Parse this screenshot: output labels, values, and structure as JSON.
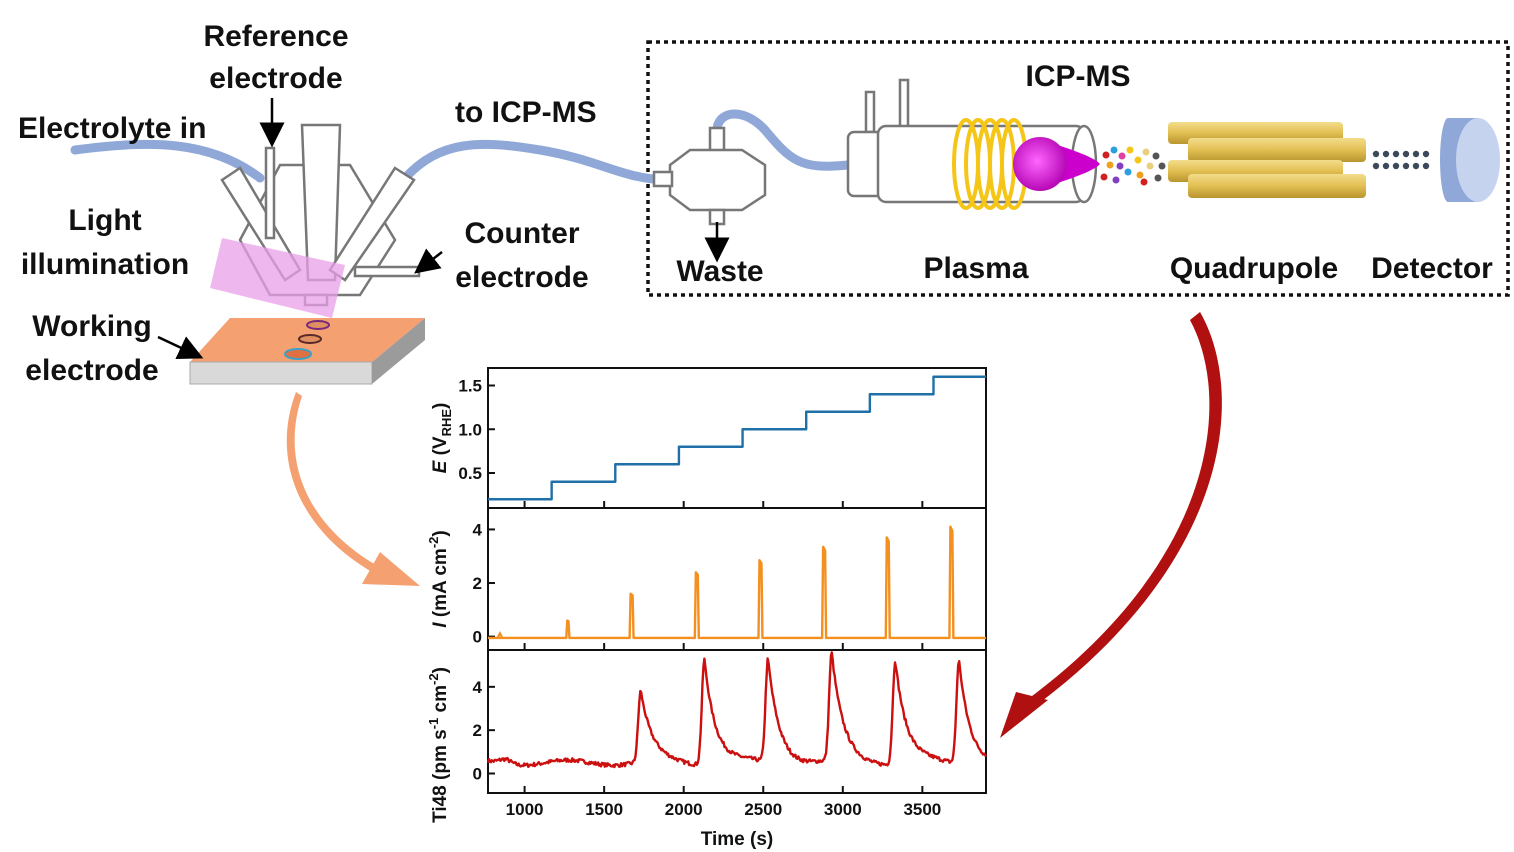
{
  "labels": {
    "reference_electrode": [
      "Reference",
      "electrode"
    ],
    "electrolyte_in": "Electrolyte in",
    "to_icpms": "to ICP-MS",
    "light_illumination": [
      "Light",
      "illumination"
    ],
    "counter_electrode": [
      "Counter",
      "electrode"
    ],
    "working_electrode": [
      "Working",
      "electrode"
    ],
    "icpms": "ICP-MS",
    "waste": "Waste",
    "plasma": "Plasma",
    "quadrupole": "Quadrupole",
    "detector": "Detector"
  },
  "colors": {
    "tube": "#8fa8d8",
    "light": "#e8a0e8",
    "working_electrode": "#f4a070",
    "coil": "#f5c518",
    "plasma": "#cc00cc",
    "rods": "#e8c860",
    "detector": "#8fa8d8",
    "arrow_orange": "#f4a070",
    "arrow_red": "#b01010",
    "potential": "#1f6fa8",
    "current": "#f39020",
    "ti48": "#cc1010"
  },
  "chart_data": {
    "type": "line",
    "xlabel": "Time (s)",
    "xlim": [
      770,
      3900
    ],
    "xticks": [
      1000,
      1500,
      2000,
      2500,
      3000,
      3500
    ],
    "panels": [
      {
        "name": "potential",
        "ylabel_italic": "E",
        "ylabel_rest": " (V",
        "ylabel_sub": "RHE",
        "ylabel_close": ")",
        "ylim": [
          0.1,
          1.7
        ],
        "yticks": [
          "0.5",
          "1.0",
          "1.5"
        ],
        "ytick_values": [
          0.5,
          1.0,
          1.5
        ],
        "steps": [
          {
            "from": 770,
            "to": 1170,
            "value": 0.2
          },
          {
            "from": 1170,
            "to": 1570,
            "value": 0.4
          },
          {
            "from": 1570,
            "to": 1970,
            "value": 0.6
          },
          {
            "from": 1970,
            "to": 2370,
            "value": 0.8
          },
          {
            "from": 2370,
            "to": 2770,
            "value": 1.0
          },
          {
            "from": 2770,
            "to": 3170,
            "value": 1.2
          },
          {
            "from": 3170,
            "to": 3570,
            "value": 1.4
          },
          {
            "from": 3570,
            "to": 3900,
            "value": 1.6
          }
        ]
      },
      {
        "name": "current",
        "ylabel_italic": "I",
        "ylabel_rest": " (mA cm",
        "ylabel_sup": "-2",
        "ylabel_close": ")",
        "ylim": [
          -0.5,
          4.8
        ],
        "yticks": [
          "0",
          "2",
          "4"
        ],
        "ytick_values": [
          0,
          2,
          4
        ],
        "baseline": -0.05,
        "pulses": [
          {
            "start": 1262,
            "end": 1282,
            "peak": 0.6
          },
          {
            "start": 1660,
            "end": 1685,
            "peak": 1.6
          },
          {
            "start": 2070,
            "end": 2095,
            "peak": 2.4
          },
          {
            "start": 2470,
            "end": 2495,
            "peak": 2.85
          },
          {
            "start": 2870,
            "end": 2895,
            "peak": 3.35
          },
          {
            "start": 3270,
            "end": 3295,
            "peak": 3.7
          },
          {
            "start": 3670,
            "end": 3695,
            "peak": 4.1
          }
        ]
      },
      {
        "name": "ti48",
        "ylabel": "Ti48 (pm s",
        "ylabel_sup1": "-1",
        "ylabel_mid": " cm",
        "ylabel_sup2": "-2",
        "ylabel_close": ")",
        "ylim": [
          -0.9,
          5.7
        ],
        "yticks": [
          "0",
          "2",
          "4"
        ],
        "ytick_values": [
          0,
          2,
          4
        ],
        "baseline": 0.5,
        "peaks": [
          {
            "t": 1730,
            "height": 3.3
          },
          {
            "t": 2130,
            "height": 4.9
          },
          {
            "t": 2530,
            "height": 4.75
          },
          {
            "t": 2930,
            "height": 5.0
          },
          {
            "t": 3330,
            "height": 4.8
          },
          {
            "t": 3730,
            "height": 4.8
          }
        ]
      }
    ]
  }
}
